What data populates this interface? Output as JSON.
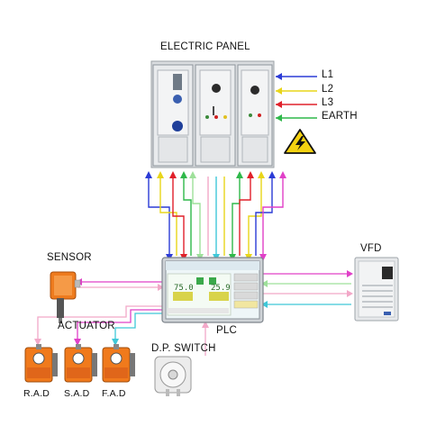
{
  "labels": {
    "electric_panel": "ELECTRIC PANEL",
    "l1": "L1",
    "l2": "L2",
    "l3": "L3",
    "earth": "EARTH",
    "vfd": "VFD",
    "sensor": "SENSOR",
    "actuator": "ACTUATOR",
    "plc": "PLC",
    "dp_switch": "D.P. SWITCH",
    "rad": "R.A.D",
    "sad": "S.A.D",
    "fad": "F.A.D"
  },
  "plc_screen": {
    "value_left": "75.0",
    "value_right": "25.9"
  },
  "wire_colors": {
    "l1": "#2b3bd6",
    "l2": "#e8d51a",
    "l3": "#e0202a",
    "earth": "#2fb84a",
    "signal_magenta": "#e040c8",
    "signal_cyan": "#3fc8d8",
    "signal_pink": "#f2a8c8",
    "signal_lightgreen": "#9ee09a"
  }
}
